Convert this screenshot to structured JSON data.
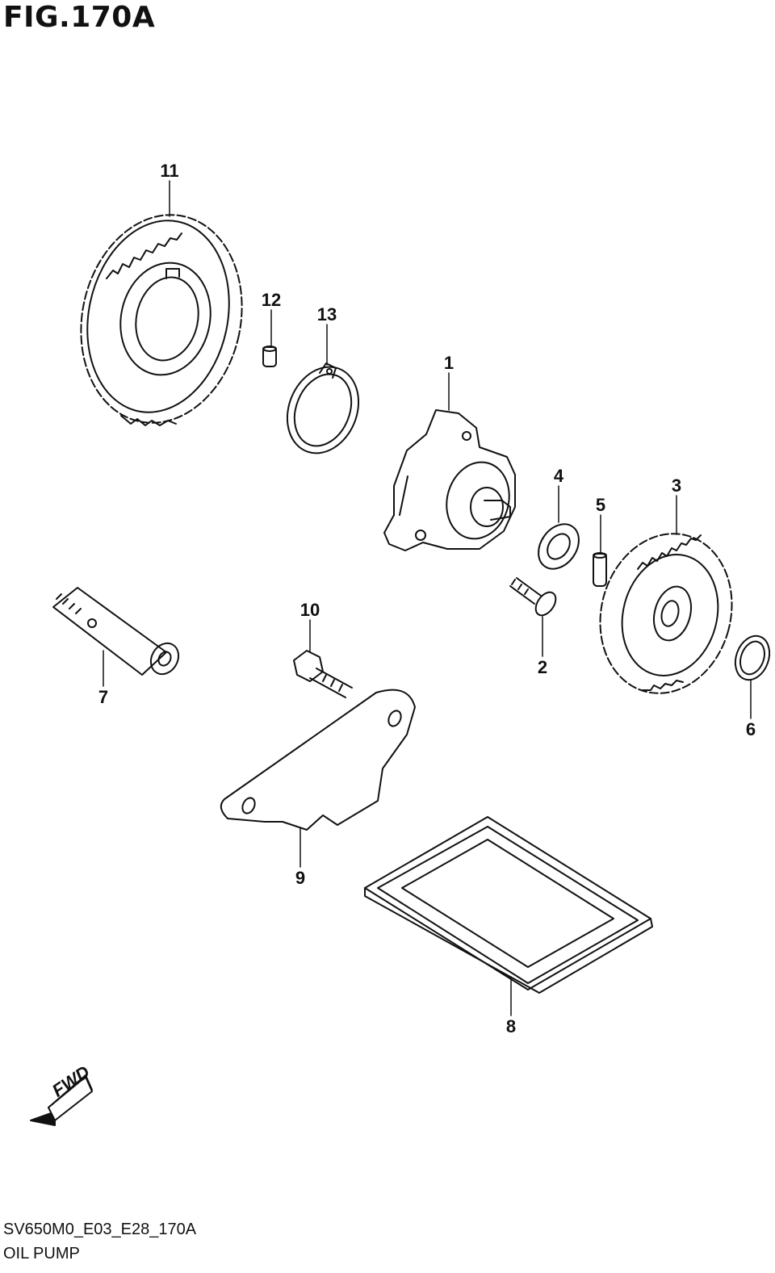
{
  "figure": {
    "title": "FIG.170A",
    "code": "SV650M0_E03_E28_170A",
    "name": "OIL PUMP"
  },
  "direction_indicator": {
    "label": "FWD"
  },
  "callouts": [
    {
      "id": "1",
      "label": "1"
    },
    {
      "id": "2",
      "label": "2"
    },
    {
      "id": "3",
      "label": "3"
    },
    {
      "id": "4",
      "label": "4"
    },
    {
      "id": "5",
      "label": "5"
    },
    {
      "id": "6",
      "label": "6"
    },
    {
      "id": "7",
      "label": "7"
    },
    {
      "id": "8",
      "label": "8"
    },
    {
      "id": "9",
      "label": "9"
    },
    {
      "id": "10",
      "label": "10"
    },
    {
      "id": "11",
      "label": "11"
    },
    {
      "id": "12",
      "label": "12"
    },
    {
      "id": "13",
      "label": "13"
    }
  ]
}
